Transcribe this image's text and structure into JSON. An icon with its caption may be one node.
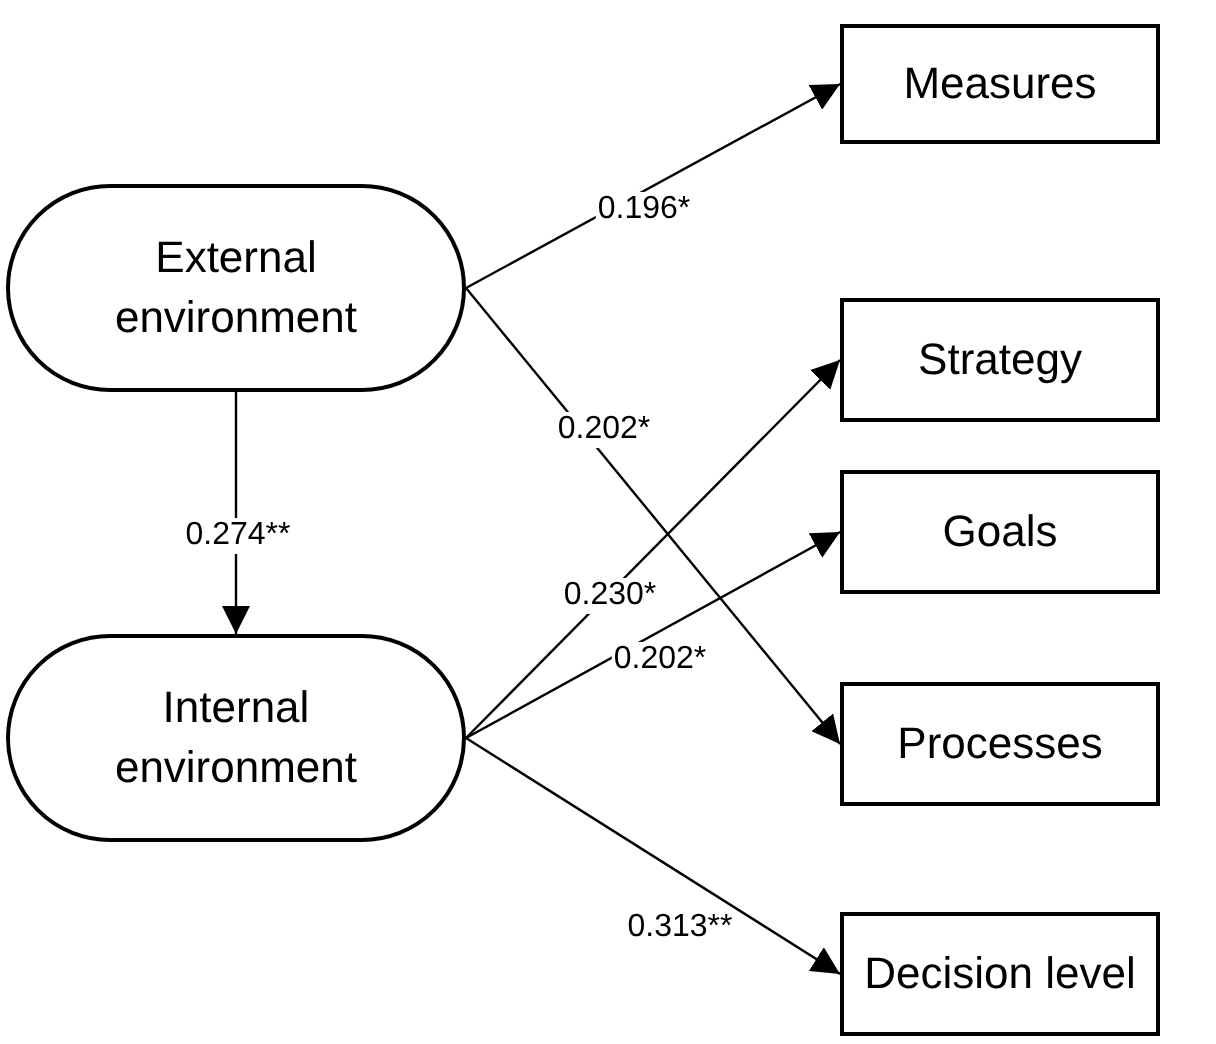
{
  "diagram": {
    "nodes": [
      {
        "text": [
          "External environment"
        ]
      },
      {
        "text": [
          "Internal environment"
        ]
      },
      {
        "text": [
          "Measures"
        ]
      },
      {
        "text": [
          "Strategy"
        ]
      },
      {
        "text": [
          "Goals"
        ]
      },
      {
        "text": [
          "Processes"
        ]
      },
      {
        "text": [
          "Decision level"
        ]
      }
    ],
    "edges": [
      {
        "from": 0,
        "to": 2,
        "arrow": "to",
        "label": "0.196*"
      },
      {
        "from": 0,
        "to": 5,
        "arrow": "to",
        "label": "0.202*"
      },
      {
        "from": 0,
        "to": 1,
        "arrow": "to",
        "label": "0.274**"
      },
      {
        "from": 1,
        "to": 3,
        "arrow": "to",
        "label": "0.230*"
      },
      {
        "from": 1,
        "to": 4,
        "arrow": "to",
        "label": "0.202*"
      },
      {
        "from": 1,
        "to": 6,
        "arrow": "to",
        "label": "0.313**"
      }
    ]
  }
}
